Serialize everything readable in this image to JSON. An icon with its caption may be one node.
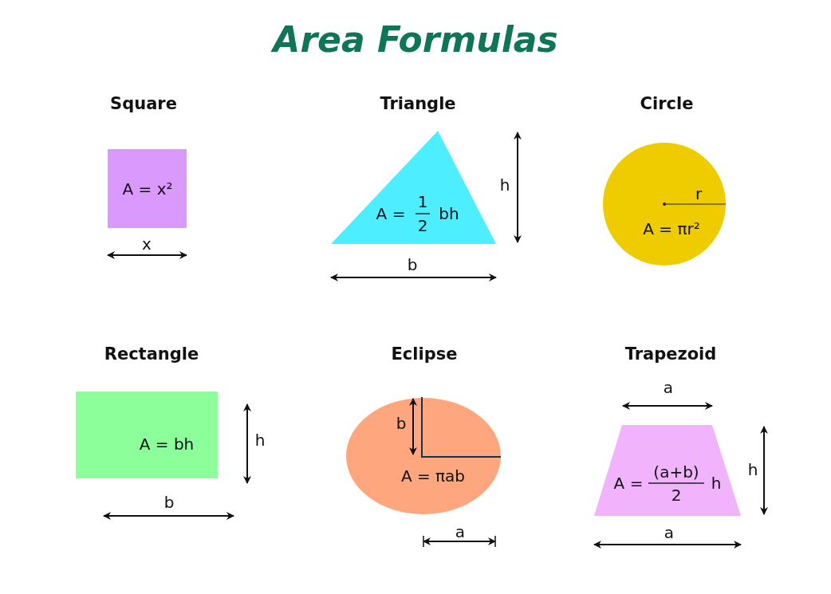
{
  "diagram": {
    "title": "Area Formulas",
    "nodes": [
      {
        "text": [
          "Square",
          "A = x²"
        ]
      },
      {
        "text": [
          "Triangle",
          "A =",
          "1",
          "2",
          "bh"
        ]
      },
      {
        "text": [
          "Circle",
          "A = πr²"
        ]
      },
      {
        "text": [
          "Rectangle",
          "A = bh"
        ]
      },
      {
        "text": [
          "Eclipse",
          "A = πab"
        ]
      },
      {
        "text": [
          "Trapezoid",
          "A =",
          "(a+b)",
          "2",
          "h"
        ]
      }
    ],
    "edges": [],
    "labels": [
      "x",
      "h",
      "b",
      "r",
      "h",
      "b",
      "b",
      "a",
      "a",
      "h",
      "a"
    ]
  }
}
